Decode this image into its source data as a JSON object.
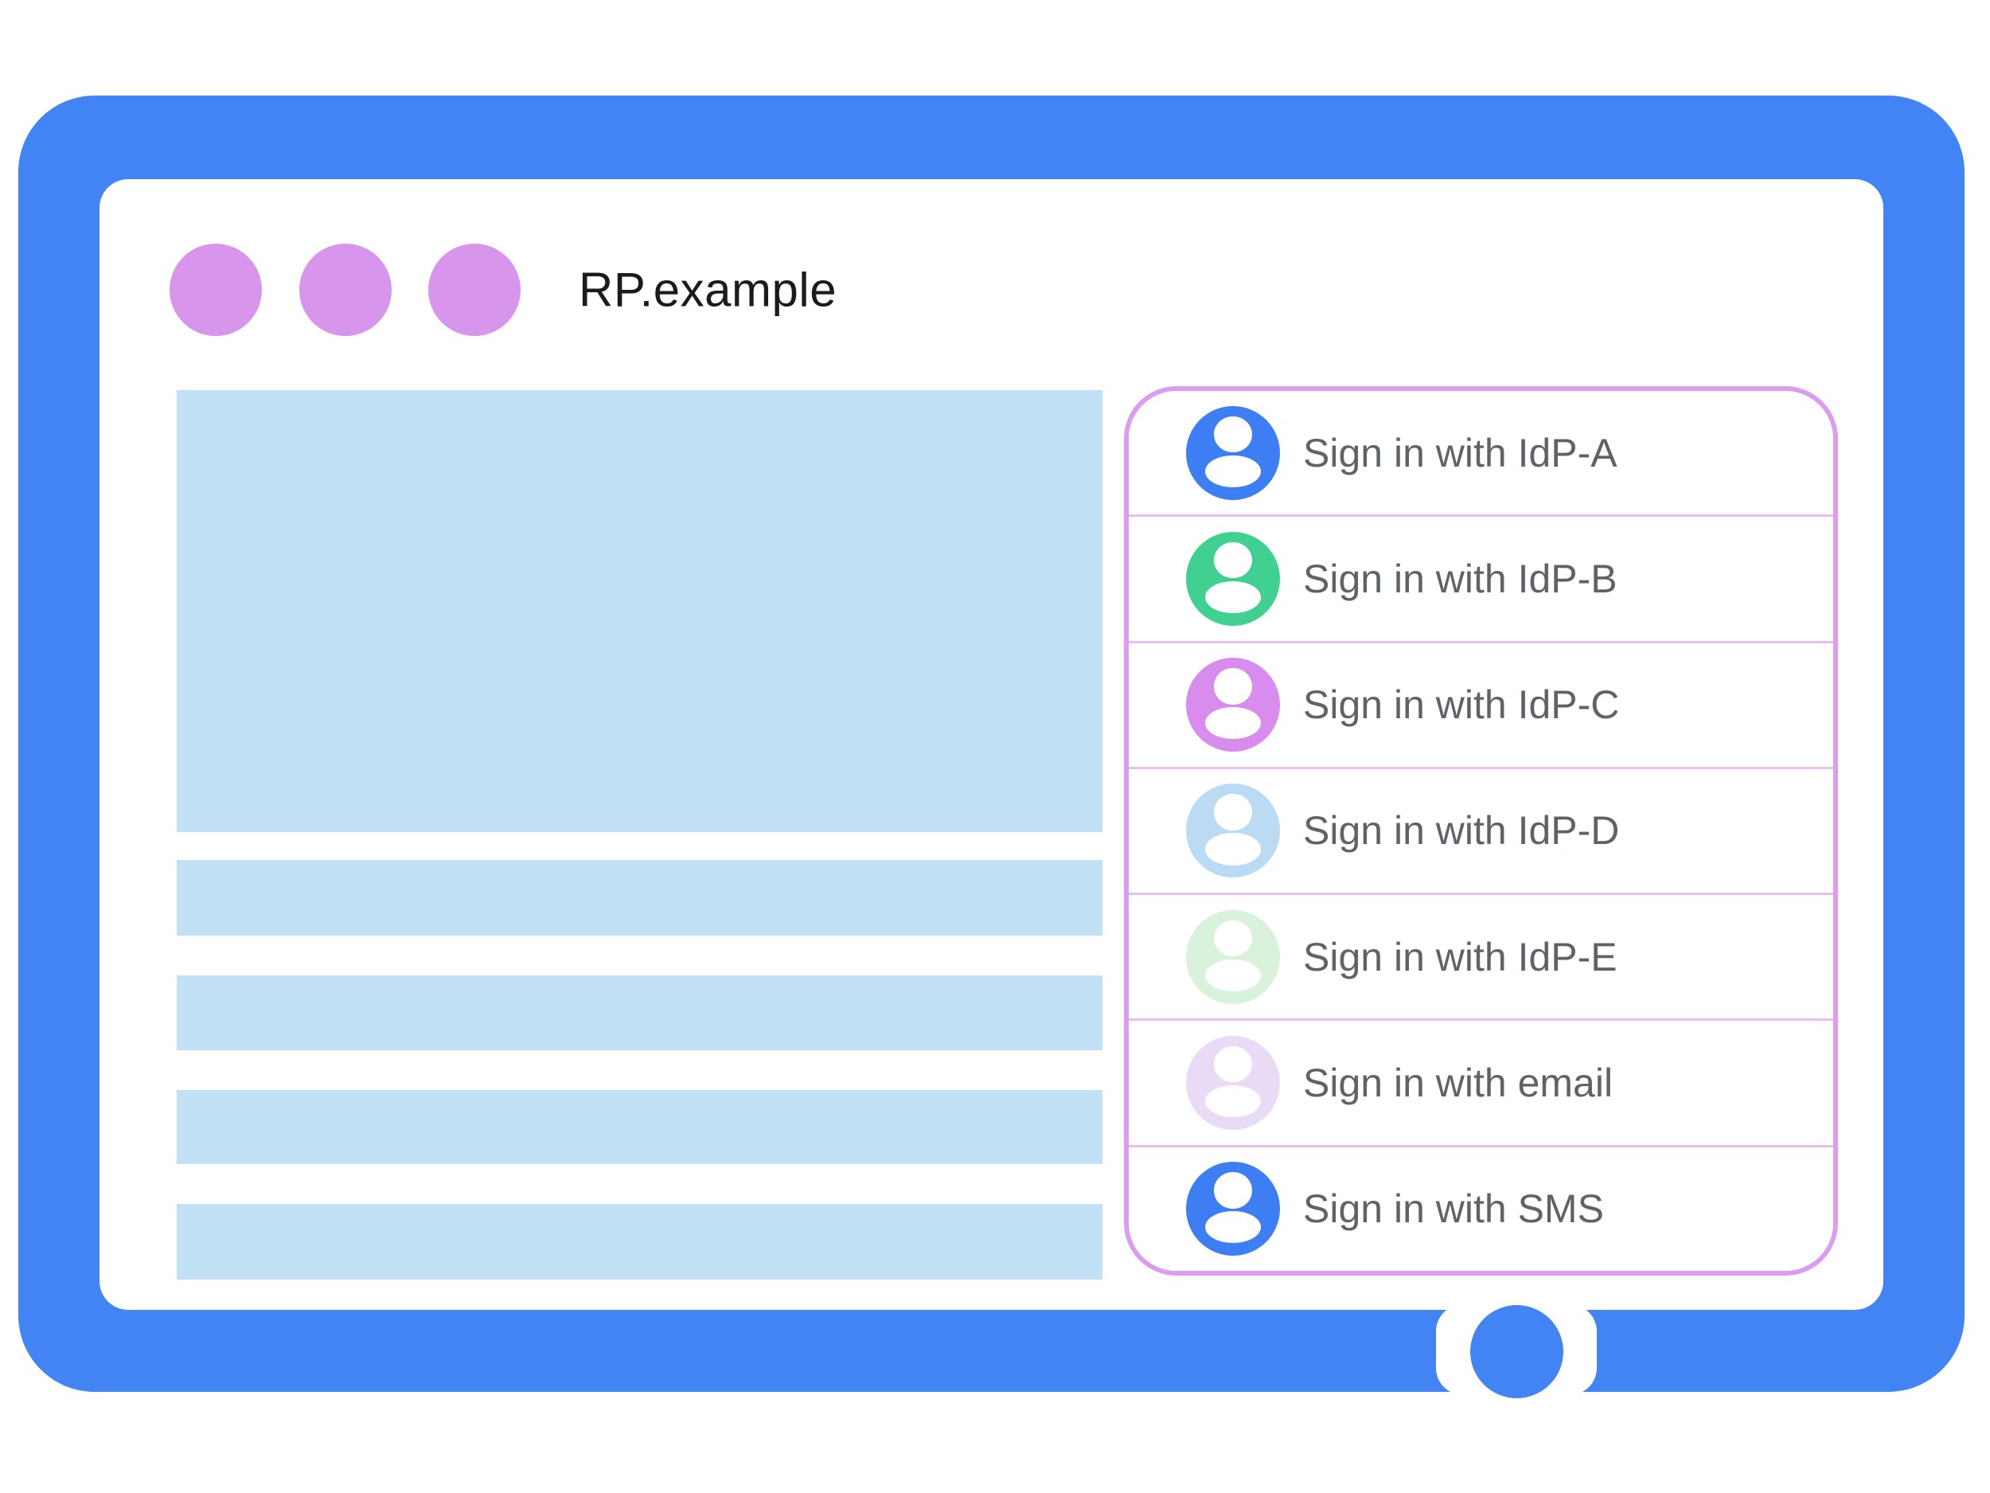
{
  "window": {
    "title": "RP.example",
    "control_dots_count": 3
  },
  "colors": {
    "frame_blue": "#4384F4",
    "window_dot_purple": "#D795EC",
    "placeholder_blue": "#C2E1F5",
    "panel_border_pink": "#DD9DEF",
    "panel_divider_pink": "#ECBFF3",
    "option_label_gray": "#5F6368",
    "title_black": "#1B1B1B"
  },
  "content": {
    "placeholder_blocks": {
      "hero_blocks": 1,
      "text_bars": 4
    }
  },
  "signin_panel": {
    "options": [
      {
        "label": "Sign in with IdP-A",
        "icon": "person-circle-icon",
        "avatar_color": "#3E7EF4"
      },
      {
        "label": "Sign in with IdP-B",
        "icon": "person-circle-icon",
        "avatar_color": "#3FD092"
      },
      {
        "label": "Sign in with IdP-C",
        "icon": "person-circle-icon",
        "avatar_color": "#D78CEE"
      },
      {
        "label": "Sign in with IdP-D",
        "icon": "person-circle-icon",
        "avatar_color": "#BBDBF5"
      },
      {
        "label": "Sign in with IdP-E",
        "icon": "person-circle-icon",
        "avatar_color": "#D9F2DC"
      },
      {
        "label": "Sign in with email",
        "icon": "person-circle-icon",
        "avatar_color": "#E9DBF6"
      },
      {
        "label": "Sign in with SMS",
        "icon": "person-circle-icon",
        "avatar_color": "#3E7EF4"
      }
    ]
  },
  "device": {
    "home_button": true
  }
}
